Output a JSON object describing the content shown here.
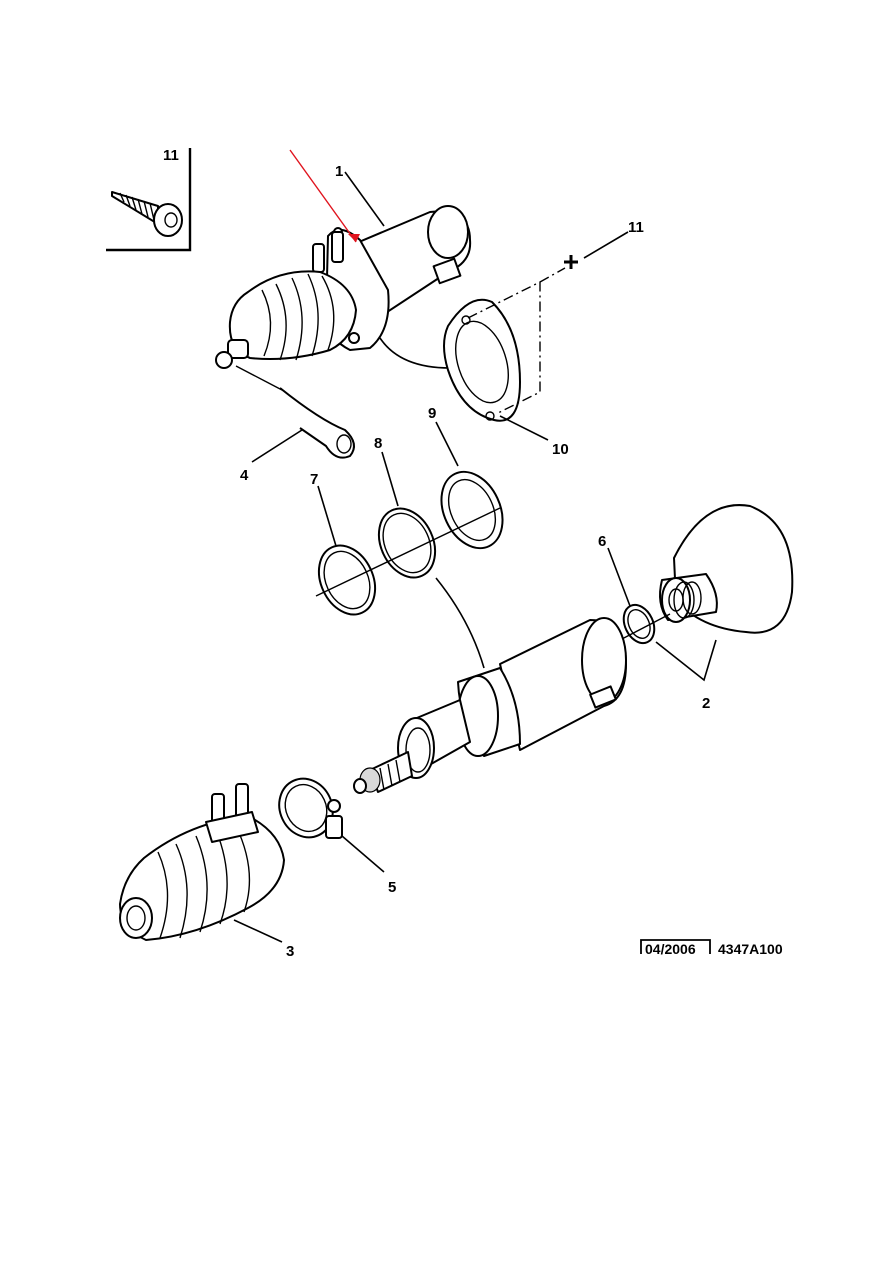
{
  "labels": {
    "l1": "1",
    "l2": "2",
    "l3": "3",
    "l4": "4",
    "l5": "5",
    "l6": "6",
    "l7": "7",
    "l8": "8",
    "l9": "9",
    "l10": "10",
    "l11_inset": "11",
    "l11_main": "11"
  },
  "reference": {
    "date": "04/2006",
    "code": "4347A100"
  },
  "colors": {
    "annotation_line": "#e0141e"
  }
}
